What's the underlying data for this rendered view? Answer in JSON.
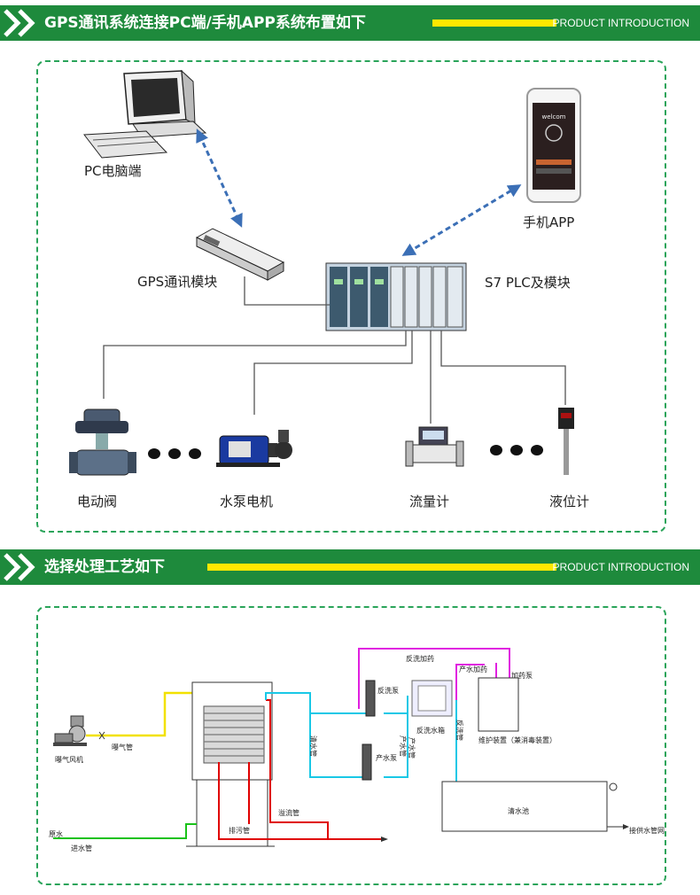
{
  "section1": {
    "title": "GPS通讯系统连接PC端/手机APP系统布置如下",
    "intro": "PRODUCT INTRODUCTION",
    "labels": {
      "pc": "PC电脑端",
      "app": "手机APP",
      "gps": "GPS通讯模块",
      "plc": "S7 PLC及模块",
      "valve": "电动阀",
      "pump": "水泵电机",
      "flow": "流量计",
      "level": "液位计"
    },
    "phone_text": "welcom"
  },
  "section2": {
    "title": "选择处理工艺如下",
    "intro": "PRODUCT INTRODUCTION",
    "labels": {
      "blower": "曝气风机",
      "aeration_pipe": "曝气管",
      "raw_water": "原水",
      "inlet_pipe": "进水管",
      "drain_pipe": "排污管",
      "overflow_pipe": "溢流管",
      "backwash_dosing": "反洗加药",
      "backwash_pump": "反洗泵",
      "backwash_tank": "反洗水箱",
      "production_pump": "产水泵",
      "production_dosing": "产水加药",
      "dosing_pump": "加药泵",
      "maintenance": "维护装置（兼消毒装置）",
      "clear_tank": "清水池",
      "supply": "接供水管网",
      "pipe_label_1": "清水管",
      "pipe_label_2": "产水管",
      "pipe_label_3": "反洗管",
      "pipe_label_4": "产水管"
    }
  },
  "colors": {
    "banner_green": "#1e8a3c",
    "accent_yellow": "#ffe800",
    "frame_green": "#2aa45a",
    "arrow_blue": "#3b6fb6",
    "pipe_yellow": "#f2e100",
    "pipe_green": "#19c219",
    "pipe_red": "#e00000",
    "pipe_magenta": "#e020e0",
    "pipe_cyan": "#19c8e6"
  }
}
